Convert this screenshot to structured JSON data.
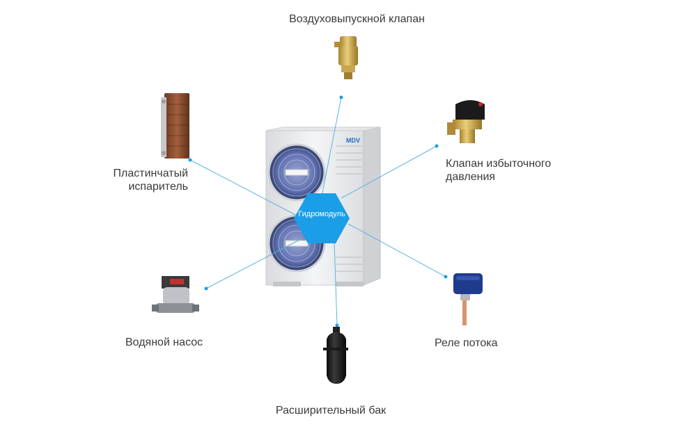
{
  "hub": {
    "label": "Гидромодуль"
  },
  "components": {
    "air_vent_valve": "Воздуховыпускной клапан",
    "plate_evaporator_line1": "Пластинчатый",
    "plate_evaporator_line2": "испаритель",
    "relief_valve_line1": "Клапан избыточного",
    "relief_valve_line2": "давления",
    "water_pump": "Водяной насос",
    "flow_switch": "Реле потока",
    "expansion_tank": "Расширительный бак"
  },
  "brand": {
    "logo_text": "MDV"
  },
  "colors": {
    "accent": "#1a9ee8",
    "line": "#5ab4e0",
    "unit_body": "#ecedef",
    "fan": "#5d6fb0"
  }
}
